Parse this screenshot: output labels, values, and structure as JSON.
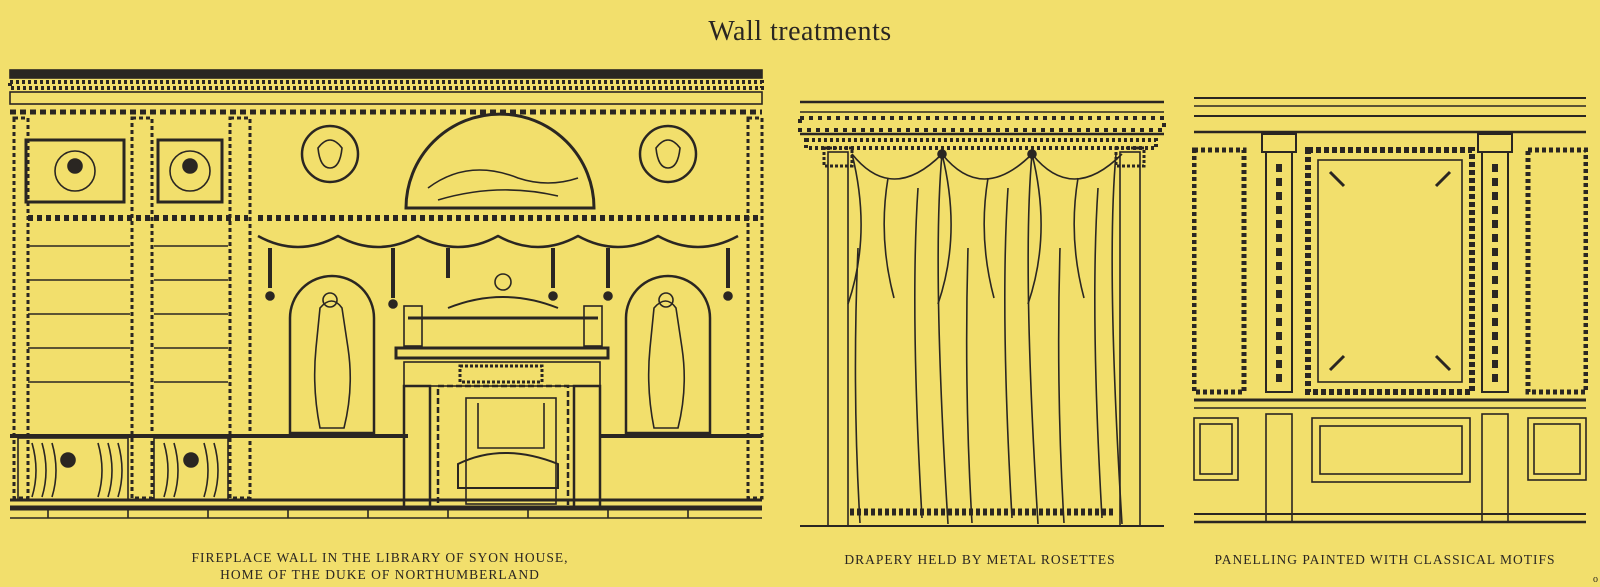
{
  "page": {
    "title": "Wall treatments",
    "page_mark": "o"
  },
  "panels": [
    {
      "id": "fireplace",
      "caption_line1": "FIREPLACE WALL IN THE LIBRARY OF SYON HOUSE,",
      "caption_line2": "HOME OF THE DUKE OF NORTHUMBERLAND"
    },
    {
      "id": "drapery",
      "caption": "DRAPERY HELD BY METAL ROSETTES"
    },
    {
      "id": "panelling",
      "caption": "PANELLING PAINTED WITH CLASSICAL MOTIFS"
    }
  ],
  "colors": {
    "paper": "#f2df6c",
    "ink": "#2a2622"
  }
}
